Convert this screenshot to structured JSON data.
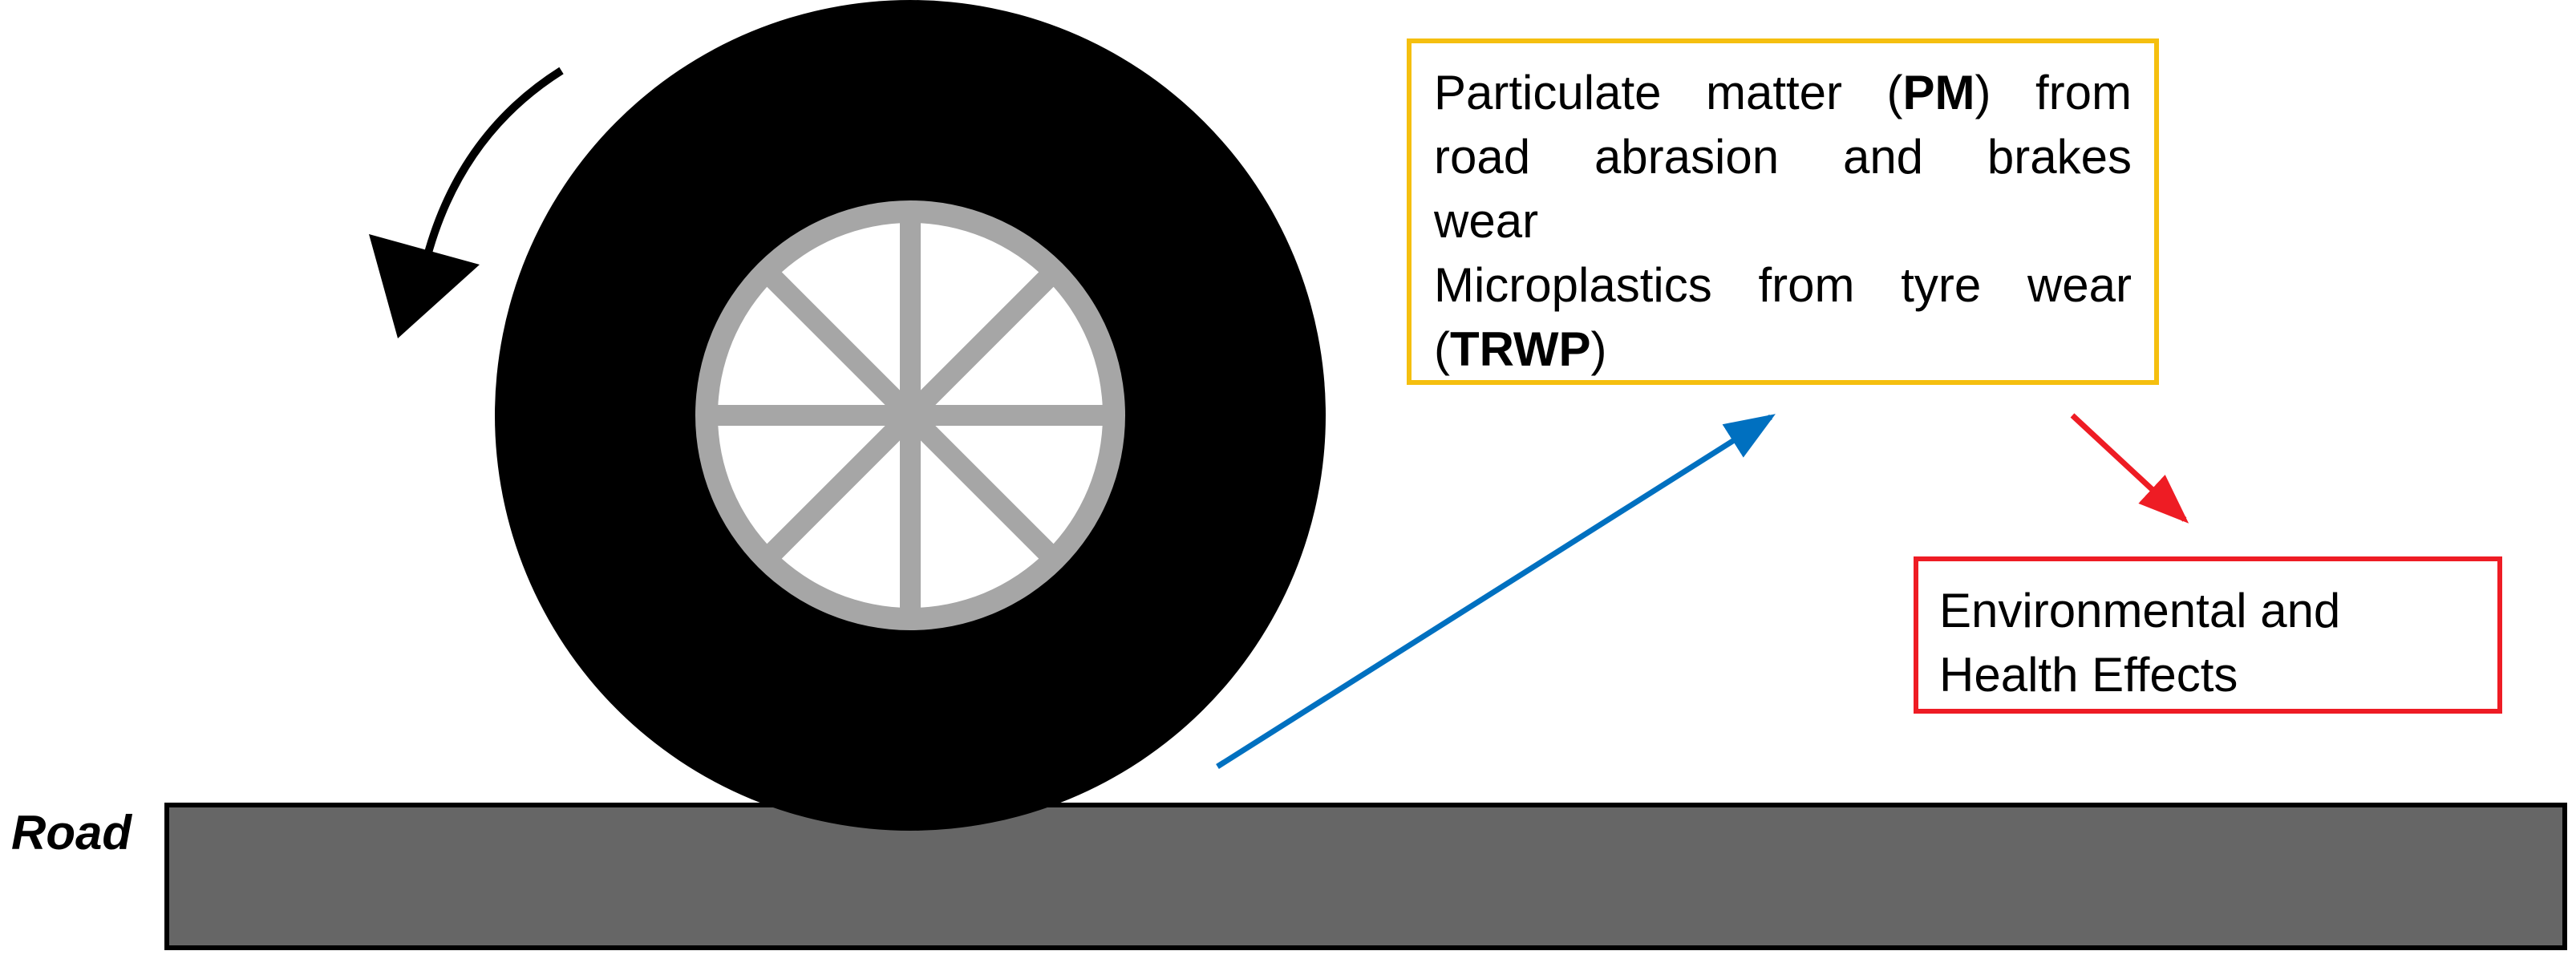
{
  "road": {
    "label": "Road",
    "fill": "#666666"
  },
  "pm_box": {
    "border_color": "#f5bf0f",
    "line1": {
      "pre": "Particulate matter (",
      "bold": "PM",
      "post": ") from"
    },
    "line2": "road abrasion and brakes",
    "line3": "wear",
    "line4": "Microplastics from tyre wear",
    "line5": {
      "pre": "(",
      "bold": "TRWP",
      "post": ")"
    }
  },
  "effects_box": {
    "border_color": "#ee1c24",
    "line1": "Environmental and",
    "line2": "Health Effects"
  },
  "colors": {
    "tyre": "#000000",
    "rim": "#a6a6a6",
    "emission_arrow": "#0070c0",
    "effect_arrow": "#ee1c24",
    "rotation_arrow": "#000000"
  },
  "icons": {
    "rotation": "counterclockwise-arrow-icon",
    "wheel": "tyre-wheel-icon"
  }
}
